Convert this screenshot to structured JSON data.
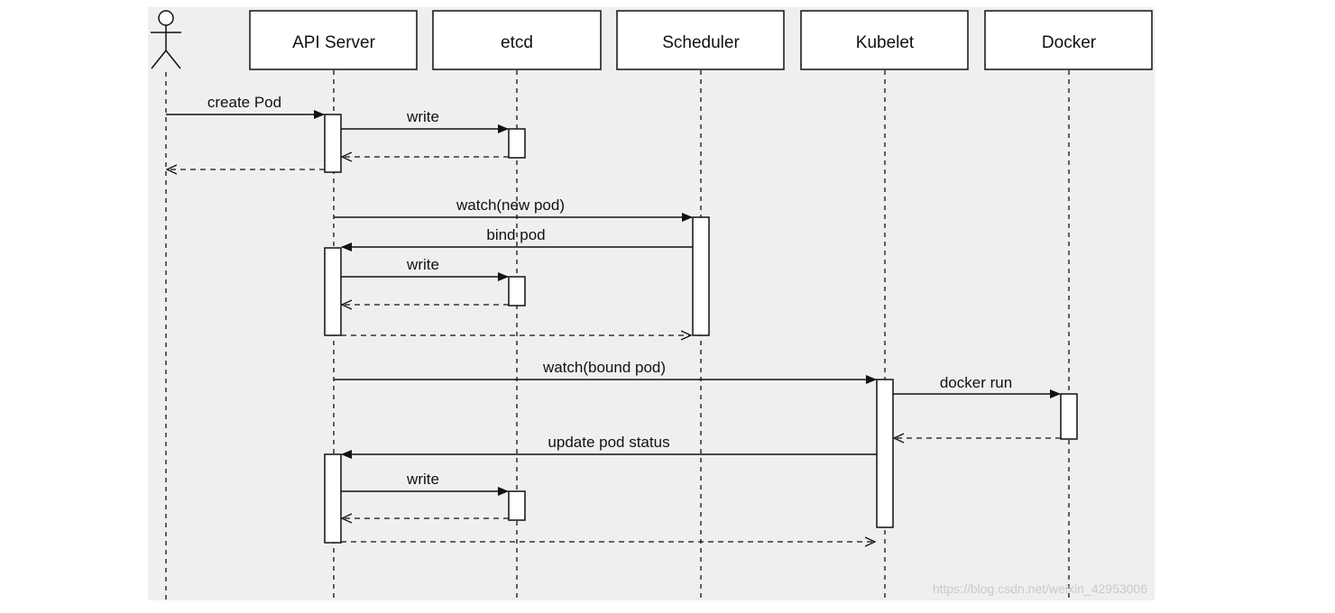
{
  "colors": {
    "canvas": "#efefef",
    "line": "#111111",
    "box_fill": "#ffffff",
    "watermark": "#c9c9c9"
  },
  "actor": {
    "icon": "stick-figure-actor-icon"
  },
  "participants": [
    {
      "id": "api",
      "label": "API Server"
    },
    {
      "id": "etcd",
      "label": "etcd"
    },
    {
      "id": "scheduler",
      "label": "Scheduler"
    },
    {
      "id": "kubelet",
      "label": "Kubelet"
    },
    {
      "id": "docker",
      "label": "Docker"
    }
  ],
  "messages": [
    {
      "from": "user",
      "to": "api",
      "label": "create Pod",
      "kind": "call"
    },
    {
      "from": "api",
      "to": "etcd",
      "label": "write",
      "kind": "call"
    },
    {
      "from": "etcd",
      "to": "api",
      "label": "",
      "kind": "return"
    },
    {
      "from": "api",
      "to": "user",
      "label": "",
      "kind": "return"
    },
    {
      "from": "api",
      "to": "scheduler",
      "label": "watch(new pod)",
      "kind": "call"
    },
    {
      "from": "scheduler",
      "to": "api",
      "label": "bind pod",
      "kind": "call"
    },
    {
      "from": "api",
      "to": "etcd",
      "label": "write",
      "kind": "call"
    },
    {
      "from": "etcd",
      "to": "api",
      "label": "",
      "kind": "return"
    },
    {
      "from": "api",
      "to": "scheduler",
      "label": "",
      "kind": "return"
    },
    {
      "from": "api",
      "to": "kubelet",
      "label": "watch(bound pod)",
      "kind": "call"
    },
    {
      "from": "kubelet",
      "to": "docker",
      "label": "docker run",
      "kind": "call"
    },
    {
      "from": "docker",
      "to": "kubelet",
      "label": "",
      "kind": "return"
    },
    {
      "from": "kubelet",
      "to": "api",
      "label": "update pod status",
      "kind": "call"
    },
    {
      "from": "api",
      "to": "etcd",
      "label": "write",
      "kind": "call"
    },
    {
      "from": "etcd",
      "to": "api",
      "label": "",
      "kind": "return"
    },
    {
      "from": "api",
      "to": "kubelet",
      "label": "",
      "kind": "return"
    }
  ],
  "watermark": "https://blog.csdn.net/weixin_42953006"
}
